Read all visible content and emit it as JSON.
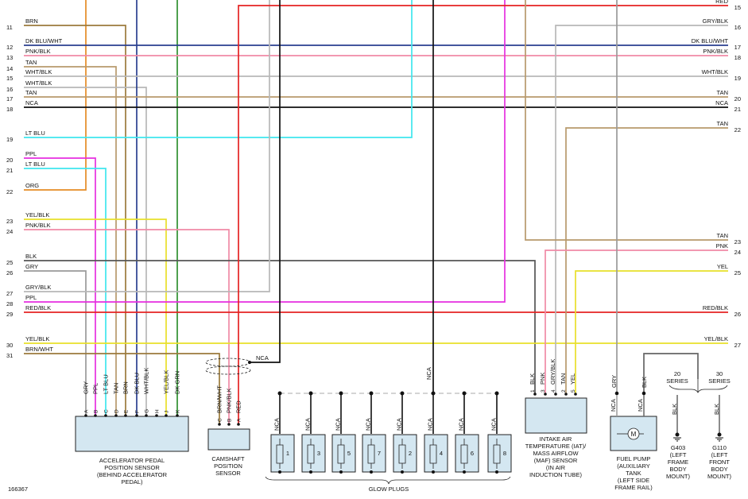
{
  "colors": {
    "brn": "#9b7a3c",
    "dkblu": "#2a3f8f",
    "pnk": "#f08aa6",
    "tan": "#b89a6c",
    "wht": "#b8b8b8",
    "blk": "#111111",
    "ltblu": "#3fe6ee",
    "ppl": "#e62fe0",
    "org": "#e58c26",
    "yel": "#e8e02a",
    "red": "#e52323",
    "gry": "#9a9a9a",
    "dkgrn": "#2f8f2f",
    "box": "#d4e7f1"
  },
  "left_wires": [
    {
      "num": "11",
      "label": "BRN"
    },
    {
      "num": "12",
      "label": "DK BLU/WHT"
    },
    {
      "num": "13",
      "label": "PNK/BLK"
    },
    {
      "num": "14",
      "label": "TAN"
    },
    {
      "num": "15",
      "label": "WHT/BLK"
    },
    {
      "num": "16",
      "label": "WHT/BLK"
    },
    {
      "num": "17",
      "label": "TAN"
    },
    {
      "num": "18",
      "label": "NCA"
    },
    {
      "num": "19",
      "label": "LT BLU"
    },
    {
      "num": "20",
      "label": "PPL"
    },
    {
      "num": "21",
      "label": "LT BLU"
    },
    {
      "num": "22",
      "label": "ORG"
    },
    {
      "num": "23",
      "label": "YEL/BLK"
    },
    {
      "num": "24",
      "label": "PNK/BLK"
    },
    {
      "num": "25",
      "label": "BLK"
    },
    {
      "num": "26",
      "label": "GRY"
    },
    {
      "num": "27",
      "label": "GRY/BLK"
    },
    {
      "num": "28",
      "label": "PPL"
    },
    {
      "num": "29",
      "label": "RED/BLK"
    },
    {
      "num": "30",
      "label": "YEL/BLK"
    },
    {
      "num": "31",
      "label": "BRN/WHT"
    }
  ],
  "right_wires": [
    {
      "num": "15",
      "label": "RED"
    },
    {
      "num": "16",
      "label": "GRY/BLK"
    },
    {
      "num": "17",
      "label": "DK BLU/WHT"
    },
    {
      "num": "18",
      "label": "PNK/BLK"
    },
    {
      "num": "19",
      "label": "WHT/BLK"
    },
    {
      "num": "20",
      "label": "TAN"
    },
    {
      "num": "21",
      "label": "NCA"
    },
    {
      "num": "22",
      "label": "TAN"
    },
    {
      "num": "23",
      "label": "TAN"
    },
    {
      "num": "24",
      "label": "PNK"
    },
    {
      "num": "25",
      "label": "YEL"
    },
    {
      "num": "26",
      "label": "RED/BLK"
    },
    {
      "num": "27",
      "label": "YEL/BLK"
    }
  ],
  "app_sensor": {
    "pins": [
      "A",
      "B",
      "C",
      "D",
      "E",
      "F",
      "G",
      "H",
      "J",
      "K"
    ],
    "wire_labels": [
      "GRY",
      "PPL",
      "LT BLU",
      "TAN",
      "BRN",
      "DK BLU",
      "WHT/BLK",
      "",
      "YEL/BLK",
      "DK GRN"
    ],
    "caption": [
      "ACCELERATOR PEDAL",
      "POSITION SENSOR",
      "(BEHIND ACCELERATOR",
      "PEDAL)"
    ]
  },
  "cmp_sensor": {
    "pins": [
      "C",
      "B",
      "A"
    ],
    "wire_labels": [
      "BRN/WHT",
      "PNK/BLK",
      "RED"
    ],
    "caption": [
      "CAMSHAFT",
      "POSITION",
      "SENSOR"
    ],
    "shield_label": "NCA"
  },
  "glow_plugs": {
    "wire_label": "NCA",
    "center_label": "NCA",
    "numbers": [
      "1",
      "3",
      "5",
      "7",
      "2",
      "4",
      "6",
      "8"
    ],
    "caption": "GLOW PLUGS"
  },
  "maf_sensor": {
    "pins": [
      "1",
      "3",
      "4",
      "2",
      "5"
    ],
    "wire_labels": [
      "BLK",
      "PNK",
      "GRY/BLK",
      "TAN",
      "YEL"
    ],
    "caption": [
      "INTAKE AIR",
      "TEMPERATURE (IAT)/",
      "MASS AIRFLOW",
      "(MAF) SENSOR",
      "(IN AIR",
      "INDUCTION TUBE)"
    ]
  },
  "fuel_pump": {
    "wire_labels": [
      "GRY",
      "BLK"
    ],
    "pin_labels": [
      "NCA",
      "NCA"
    ],
    "motor_label": "M",
    "caption": [
      "FUEL PUMP",
      "(AUXILIARY",
      "TANK",
      "(LEFT SIDE",
      "FRAME RAIL)"
    ]
  },
  "grounds": {
    "series_labels": [
      "20",
      "SERIES",
      "30",
      "SERIES"
    ],
    "wire_label": "BLK",
    "g403": [
      "G403",
      "(LEFT",
      "FRAME",
      "BODY",
      "MOUNT)"
    ],
    "g110": [
      "G110",
      "(LEFT",
      "FRONT",
      "BODY",
      "MOUNT)"
    ]
  },
  "figure_id": "166367"
}
